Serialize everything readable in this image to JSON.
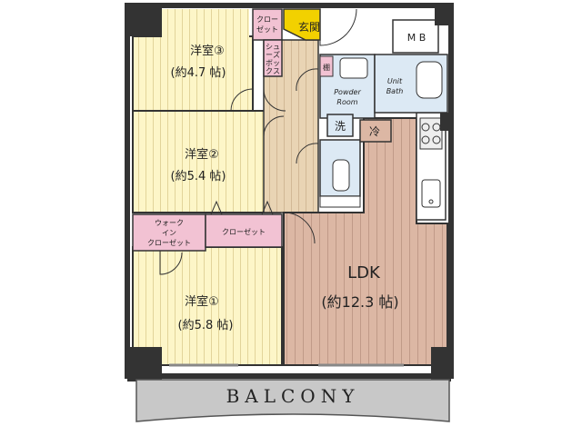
{
  "rooms": {
    "bedroom3": {
      "name": "洋室③",
      "size": "(約4.7 帖)"
    },
    "bedroom2": {
      "name": "洋室②",
      "size": "(約5.4 帖)"
    },
    "bedroom1": {
      "name": "洋室①",
      "size": "(約5.8 帖)"
    },
    "ldk": {
      "name": "LDK",
      "size": "(約12.3 帖)"
    }
  },
  "labels": {
    "entrance": "玄関",
    "mb": "M B",
    "closet_small": [
      "クロー",
      "ゼット"
    ],
    "shoe_closet": [
      "シ",
      "ュ",
      "ー",
      "ズ",
      "ボ",
      "ッ",
      "ク",
      "ス"
    ],
    "shelf": "棚",
    "powder_room": [
      "Powder",
      "Room"
    ],
    "unit_bath": [
      "Unit",
      "Bath"
    ],
    "washer": "洗",
    "fridge": "冷",
    "walk_in_closet": [
      "ウォーク",
      "イン",
      "クローゼット"
    ],
    "closet": "クローゼット",
    "balcony": "BALCONY"
  },
  "colors": {
    "wall": "#333333",
    "wood_floor": "#fdf6c8",
    "wood_line": "#e2d49a",
    "ldk_floor": "#dcb7a4",
    "ldk_line": "#c09a88",
    "hall_floor": "#e9d4b4",
    "closet_pink": "#f2c2d3",
    "entrance_yellow": "#f2d100",
    "wet_blue": "#dce9f4",
    "balcony_gray": "#c8c8c8"
  }
}
